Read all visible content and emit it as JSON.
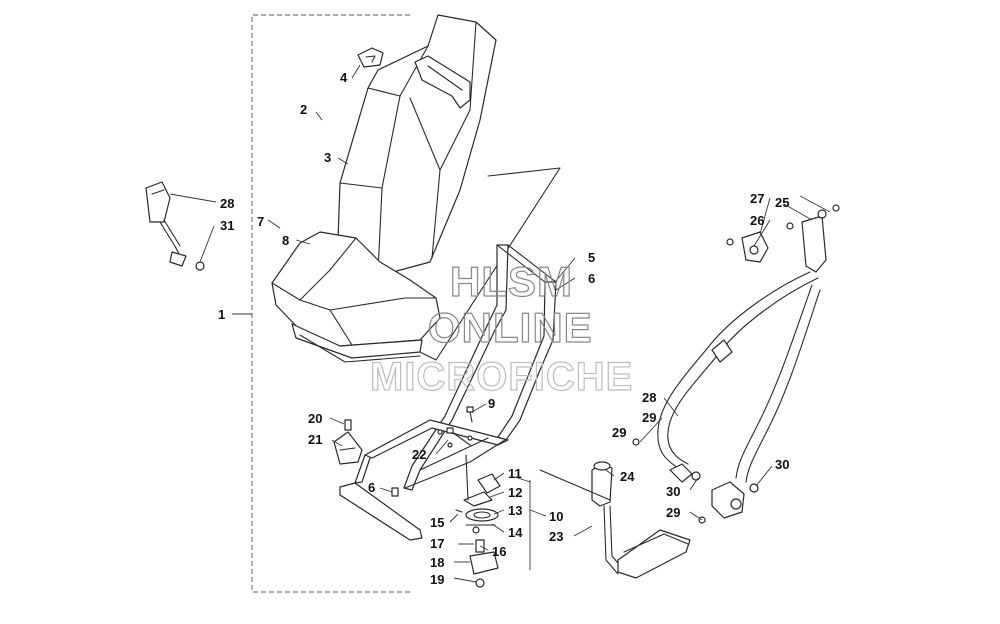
{
  "watermark": {
    "line1": "HLSM",
    "line2": "ONLINE",
    "line3": "MICROFICHE"
  },
  "callouts": [
    {
      "id": "c1",
      "label": "1"
    },
    {
      "id": "c2",
      "label": "2"
    },
    {
      "id": "c3",
      "label": "3"
    },
    {
      "id": "c4",
      "label": "4"
    },
    {
      "id": "c5",
      "label": "5"
    },
    {
      "id": "c6a",
      "label": "6"
    },
    {
      "id": "c6b",
      "label": "6"
    },
    {
      "id": "c7",
      "label": "7"
    },
    {
      "id": "c8",
      "label": "8"
    },
    {
      "id": "c9",
      "label": "9"
    },
    {
      "id": "c10",
      "label": "10"
    },
    {
      "id": "c11",
      "label": "11"
    },
    {
      "id": "c12",
      "label": "12"
    },
    {
      "id": "c13",
      "label": "13"
    },
    {
      "id": "c14",
      "label": "14"
    },
    {
      "id": "c15",
      "label": "15"
    },
    {
      "id": "c16",
      "label": "16"
    },
    {
      "id": "c17",
      "label": "17"
    },
    {
      "id": "c18",
      "label": "18"
    },
    {
      "id": "c19",
      "label": "19"
    },
    {
      "id": "c20",
      "label": "20"
    },
    {
      "id": "c21",
      "label": "21"
    },
    {
      "id": "c22",
      "label": "22"
    },
    {
      "id": "c23",
      "label": "23"
    },
    {
      "id": "c24",
      "label": "24"
    },
    {
      "id": "c25",
      "label": "25"
    },
    {
      "id": "c26",
      "label": "26"
    },
    {
      "id": "c27",
      "label": "27"
    },
    {
      "id": "c28a",
      "label": "28"
    },
    {
      "id": "c28b",
      "label": "28"
    },
    {
      "id": "c29a",
      "label": "29"
    },
    {
      "id": "c29b",
      "label": "29"
    },
    {
      "id": "c29c",
      "label": "29"
    },
    {
      "id": "c30a",
      "label": "30"
    },
    {
      "id": "c30b",
      "label": "30"
    },
    {
      "id": "c31",
      "label": "31"
    }
  ]
}
